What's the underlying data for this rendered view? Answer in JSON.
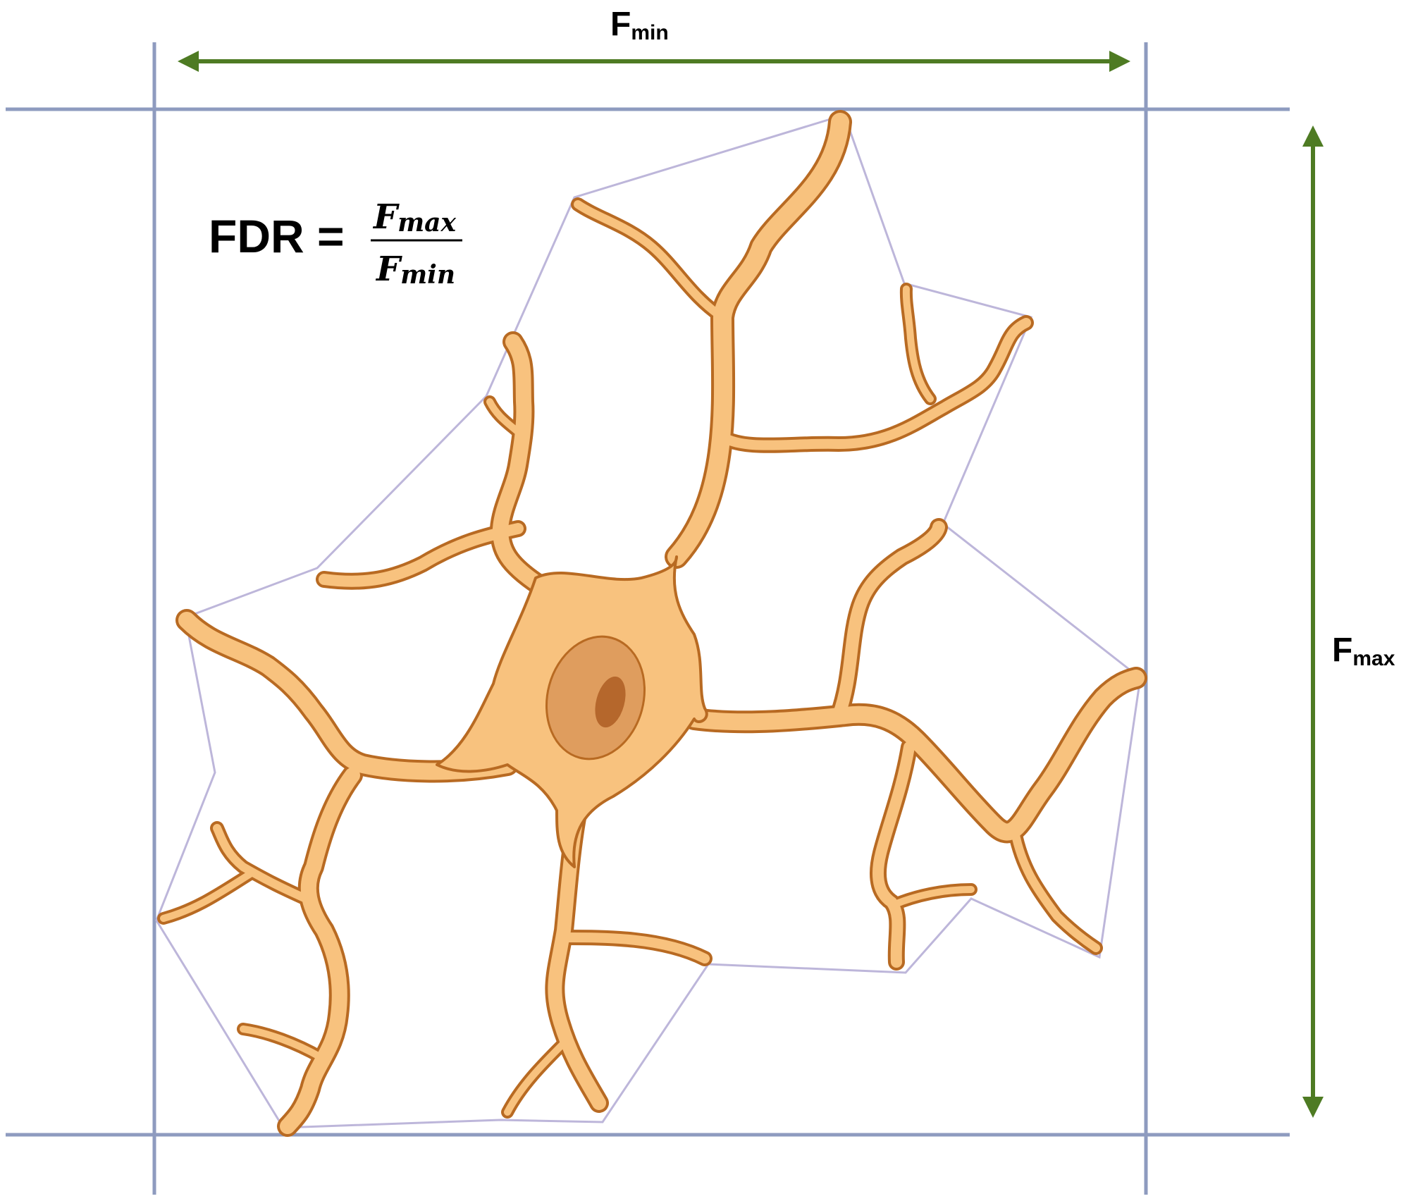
{
  "colors": {
    "frame_line": "#8E9BBF",
    "arrow": "#4E7B23",
    "hull": "#BDB6DA",
    "cell_fill": "#F8C27E",
    "cell_stroke": "#B86A22",
    "nucleus_fill": "#DF9D5E",
    "nucleolus_fill": "#B5672C",
    "text": "#000000"
  },
  "labels": {
    "fmin": {
      "base": "F",
      "sub": "min"
    },
    "fmax": {
      "base": "F",
      "sub": "max"
    }
  },
  "formula": {
    "lhs": "FDR =",
    "numerator": {
      "base": "F",
      "sub": "max"
    },
    "denominator": {
      "base": "F",
      "sub": "min"
    }
  }
}
